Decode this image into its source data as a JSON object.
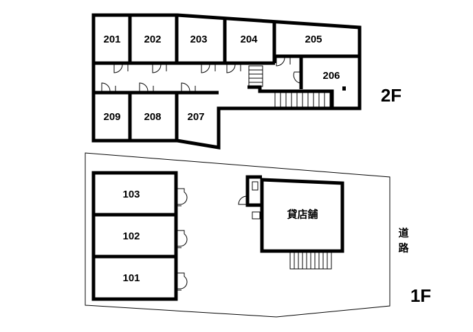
{
  "floor2": {
    "label": "2F",
    "rooms": [
      "201",
      "202",
      "203",
      "204",
      "205",
      "206",
      "207",
      "208",
      "209"
    ]
  },
  "floor1": {
    "label": "1F",
    "rooms": [
      "103",
      "102",
      "101"
    ],
    "store": "貸店舗",
    "road": [
      "道",
      "路"
    ]
  }
}
